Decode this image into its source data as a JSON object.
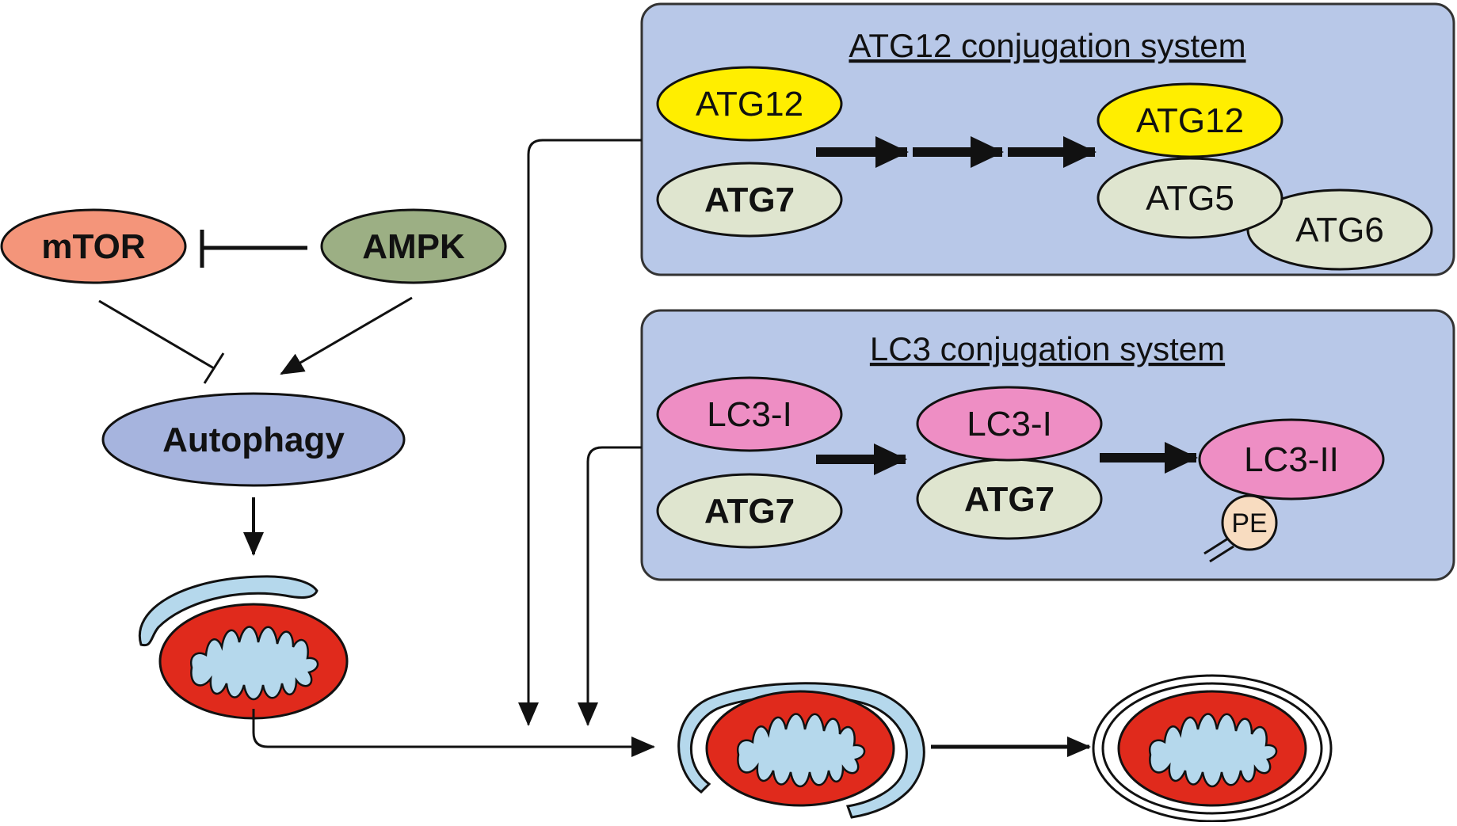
{
  "colors": {
    "panel_fill": "#b8c8e8",
    "panel_stroke": "#333333",
    "mtor": "#f4957a",
    "ampk": "#9caf84",
    "autophagy": "#a6b4de",
    "atg12": "#ffee00",
    "atg_khaki": "#dfe5cf",
    "lc3": "#ee8ec4",
    "pe": "#f8dcc0",
    "mito_red": "#e02a1c",
    "mito_cristae": "#b5d8ec",
    "membrane": "#b5d8ec",
    "line": "#111111"
  },
  "nodes": {
    "mtor": "mTOR",
    "ampk": "AMPK",
    "autophagy": "Autophagy"
  },
  "atg12_system": {
    "title": "ATG12 conjugation system",
    "left_top": "ATG12",
    "left_bottom": "ATG7",
    "right_top": "ATG12",
    "right_middle": "ATG5",
    "right_bottom": "ATG6"
  },
  "lc3_system": {
    "title": "LC3 conjugation system",
    "step1_top": "LC3-I",
    "step1_bottom": "ATG7",
    "step2_top": "LC3-I",
    "step2_bottom": "ATG7",
    "step3_top": "LC3-II",
    "pe": "PE"
  },
  "icons": {
    "mitochondrion": "mitochondrion-icon",
    "phagophore": "phagophore-membrane-icon",
    "autophagosome": "autophagosome-icon"
  }
}
